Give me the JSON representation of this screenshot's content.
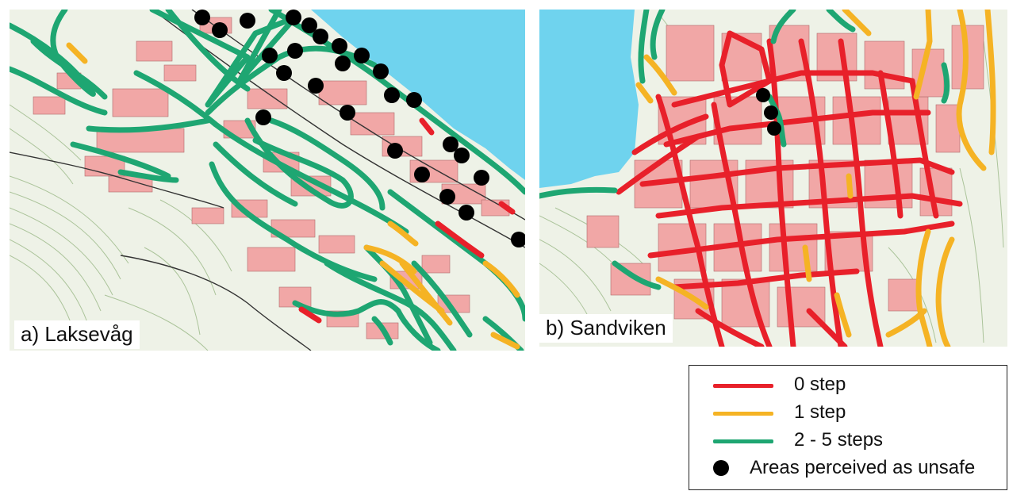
{
  "panels": {
    "laksevag": {
      "label": "a) Laksevåg"
    },
    "sandviken": {
      "label": "b) Sandviken"
    }
  },
  "legend": {
    "items": [
      {
        "label": "0 step",
        "color": "#e8202a",
        "symbol": "line"
      },
      {
        "label": "1 step",
        "color": "#f5b324",
        "symbol": "line"
      },
      {
        "label": "2 - 5 steps",
        "color": "#1ea672",
        "symbol": "line"
      },
      {
        "label": "Areas perceived as unsafe",
        "color": "#000000",
        "symbol": "dot"
      }
    ]
  },
  "colors": {
    "water": "#6fd3ee",
    "building": "#f1a7a6",
    "terrain": "#eef2e7",
    "contour": "#8fb07a",
    "road": "#333333"
  }
}
